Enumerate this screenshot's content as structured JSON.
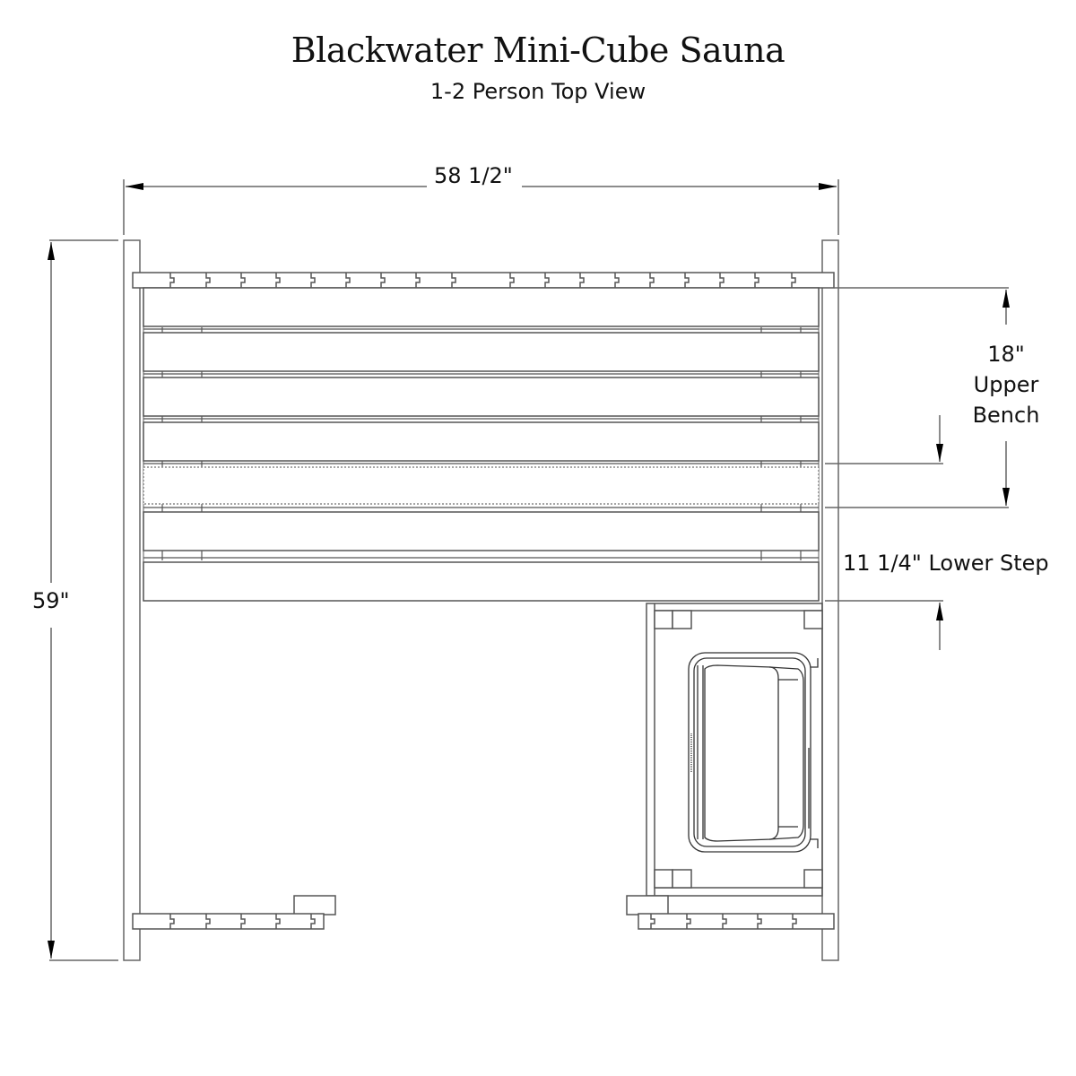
{
  "header": {
    "title": "Blackwater Mini-Cube Sauna",
    "subtitle": "1-2 Person Top View"
  },
  "dimensions": {
    "width": "58 1/2\"",
    "depth": "59\"",
    "upper_bench": {
      "value": "18\"",
      "line1": "Upper",
      "line2": "Bench"
    },
    "lower_step": "11 1/4\" Lower Step"
  },
  "drawing": {
    "line_color": "#555555",
    "dark_line_color": "#222222",
    "bench_slats": 7,
    "components": [
      "left-wall",
      "right-wall",
      "back-wall-boards",
      "upper-bench",
      "lower-step",
      "heater",
      "heater-guard",
      "front-wall-boards-left",
      "front-wall-boards-right",
      "door-opening"
    ]
  }
}
